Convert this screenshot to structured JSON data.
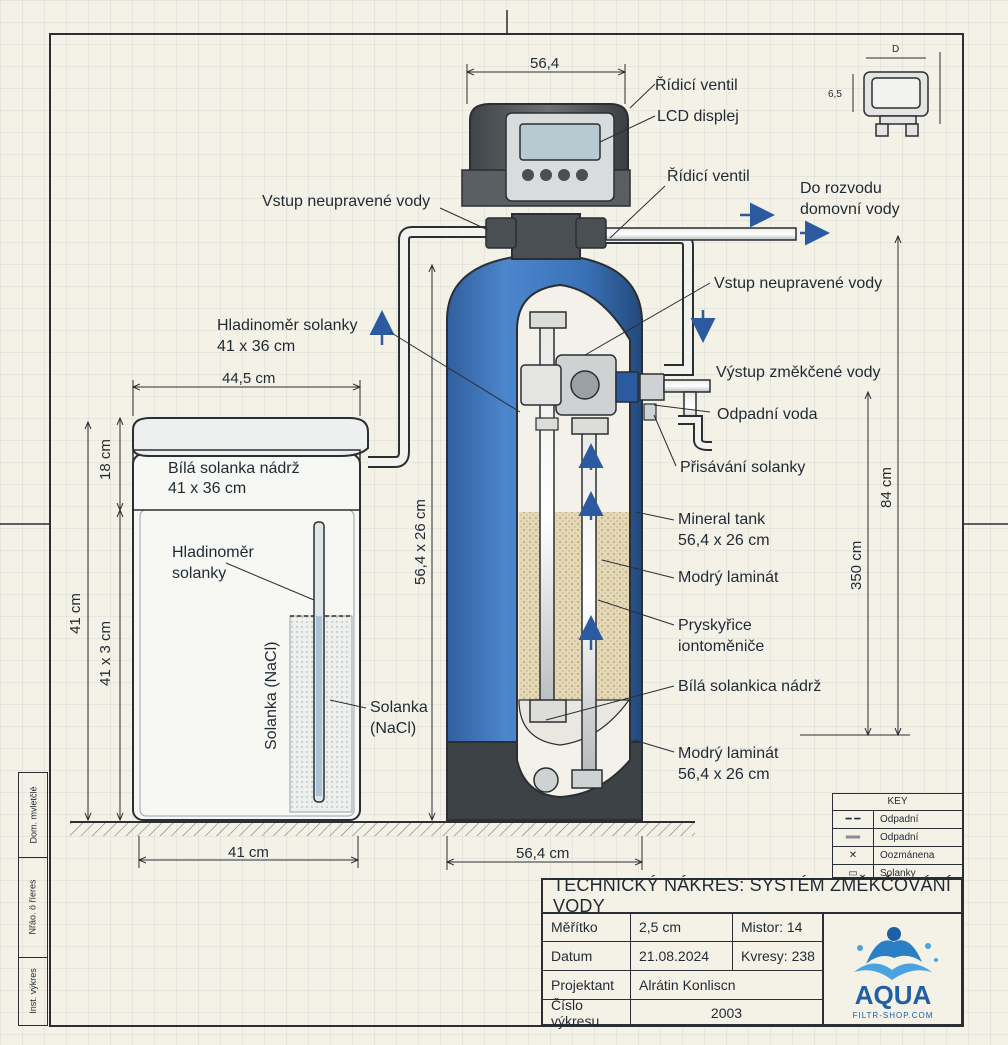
{
  "labels": {
    "ridici_ventil_top": "Řídicí ventil",
    "lcd_displej": "LCD displej",
    "ridici_ventil_2": "Řídicí ventil",
    "vstup_neupravene_vody_left": "Vstup neupravené vody",
    "do_rozvodu_1": "Do rozvodu",
    "do_rozvodu_2": "domovní vody",
    "vstup_neupravene_vody_right": "Vstup neupravené vody",
    "hladinomer_solanky_top_1": "Hladinoměr solanky",
    "hladinomer_solanky_top_2": "41 x 36 cm",
    "vystup_zmekcene_vody": "Výstup změkčené vody",
    "odpadni_voda": "Odpadní voda",
    "prisavani_solanky": "Přisávání solanky",
    "bila_solanka_nadrz_1": "Bílá solanka nádrž",
    "bila_solanka_nadrz_2": "41 x 36 cm",
    "hladinomer_solanky_1": "Hladinoměr",
    "hladinomer_solanky_2": "solanky",
    "solanka_nacl_vertical": "Solanka (NaCl)",
    "solanka_1": "Solanka",
    "solanka_2": "(NaCl)",
    "mineral_tank_1": "Mineral tank",
    "mineral_tank_2": "56,4 x 26 cm",
    "modry_laminat_1": "Modrý laminát",
    "pryskyrice_1": "Pryskyřice",
    "pryskyrice_2": "iontoměniče",
    "bila_solankica_nadrz": "Bílá solankica nádrž",
    "modry_laminat_2a": "Modrý laminát",
    "modry_laminat_2b": "56,4 x 26 cm"
  },
  "dimensions": {
    "top_width": "56,4",
    "brine_width": "44,5 cm",
    "brine_lid_height": "18 cm",
    "brine_height": "41 cm",
    "brine_height_2": "41 x 3 cm",
    "brine_base": "41 cm",
    "tank_height": "56,4 x 26 cm",
    "tank_base": "56,4 cm",
    "right_total": "84 cm",
    "right_inner": "350 cm",
    "detail_d": "D",
    "detail_65": "6,5"
  },
  "key": {
    "title": "KEY",
    "rows": [
      "Odpadní",
      "Odpadní",
      "Oozmánena",
      "Solanky"
    ]
  },
  "title_block": {
    "title": "TECHNICKÝ NÁKRES: SYSTÉM ZMĚKČOVÁNÍ VODY",
    "rows": [
      {
        "label": "Měřítko",
        "value": "2,5 cm",
        "extra": "Mistor: 14"
      },
      {
        "label": "Datum",
        "value": "21.08.2024",
        "extra": "Kvresy: 238"
      },
      {
        "label": "Projektant",
        "value": "Alrátin Konliscn",
        "extra": ""
      },
      {
        "label": "Číslo výkresu",
        "value": "2003",
        "extra": ""
      }
    ],
    "logo_text": "AQUA",
    "logo_sub": "FILTR-SHOP.COM"
  },
  "side_strip": [
    "Dom. mvletčlé",
    "Nřáo. ö říeres",
    "Inst. výkres"
  ],
  "colors": {
    "tank_blue": "#3a72b8",
    "resin": "#e2d6b4",
    "arrow_blue": "#2c5aa0",
    "line": "#2a2f33"
  }
}
